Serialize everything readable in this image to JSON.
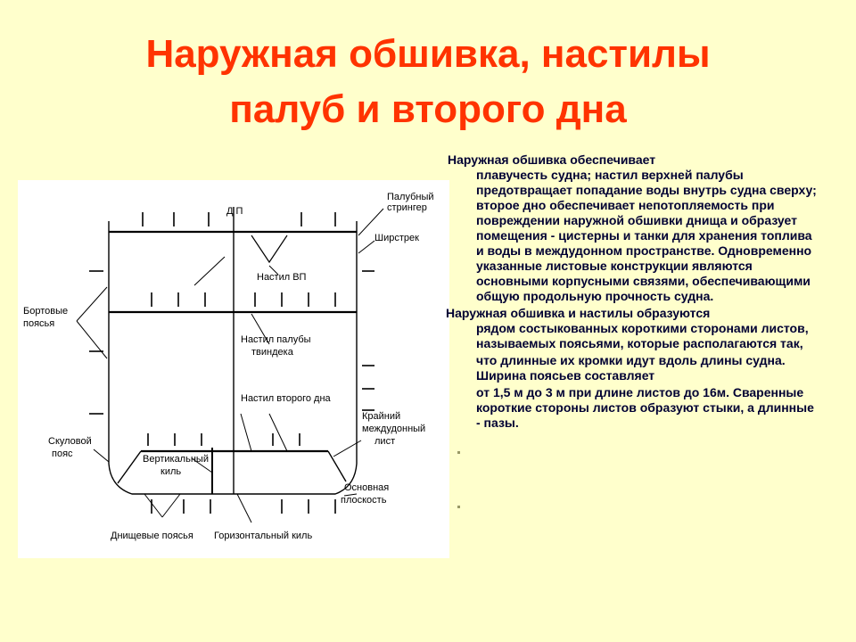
{
  "slide": {
    "title_line1": "Наружная обшивка, настилы",
    "title_line2": "палуб и второго дна",
    "paragraph1": {
      "first_line": "Наружная обшивка обеспечивает",
      "rest": "плавучесть судна; настил верхней палубы предотвращает попадание воды внутрь судна сверху; второе дно обеспечивает непотопляемость при повреждении наружной обшивки днища и образует помещения - цистерны и танки для хранения топлива и воды в междудонном пространстве. Одновременно указанные листовые конструкции являются основными корпусными связями, обеспечивающими общую продольную прочность судна."
    },
    "paragraph2": {
      "first_line": "Наружная обшивка и настилы образуются",
      "rest": "рядом состыкованных короткими сторонами листов, называемых поясьями, которые располагаются так,",
      "cont1": "что длинные их кромки идут вдоль длины судна. Ширина поясьев составляет",
      "cont2": "от 1,5 м до 3 м при длине листов до 16м. Сваренные короткие стороны листов образуют стыки, а длинные - пазы."
    }
  },
  "diagram": {
    "labels": {
      "dp": "Д П",
      "deck_stringer_1": "Палубный",
      "deck_stringer_2": "стрингер",
      "sheerstrake": "Ширстрек",
      "upper_deck_plating": "Настил ВП",
      "side_strakes_1": "Бортовые",
      "side_strakes_2": "пояcья",
      "tweendeck_1": "Настил палубы",
      "tweendeck_2": "твиндека",
      "inner_bottom": "Настил второго дна",
      "margin_plate_1": "Крайний",
      "margin_plate_2": "междудонный",
      "margin_plate_3": "лист",
      "bilge_strake_1": "Скуловой",
      "bilge_strake_2": "пояс",
      "vertical_keel_1": "Вертикальный",
      "vertical_keel_2": "киль",
      "base_plane_1": "Основная",
      "base_plane_2": "плоскость",
      "bottom_strakes": "Днищевые пояcья",
      "flat_keel": "Горизонтальный киль"
    }
  }
}
